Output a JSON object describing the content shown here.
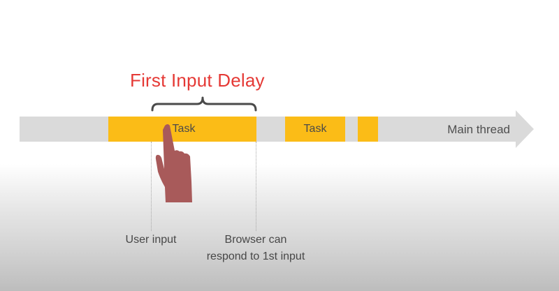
{
  "title": "First Input Delay",
  "timeline": {
    "label": "Main thread",
    "tasks": [
      {
        "label": "Task"
      },
      {
        "label": "Task"
      },
      {
        "label": ""
      }
    ]
  },
  "markers": {
    "user_input": "User input",
    "browser_line1": "Browser can",
    "browser_line2": "respond to 1st input"
  },
  "icons": {
    "pointer": "pointing-hand-icon",
    "brace": "curly-brace"
  },
  "colors": {
    "title": "#e53935",
    "task": "#fbbc17",
    "thread": "#dadada",
    "hand": "#a85a5a",
    "brace": "#4a4a4a"
  }
}
